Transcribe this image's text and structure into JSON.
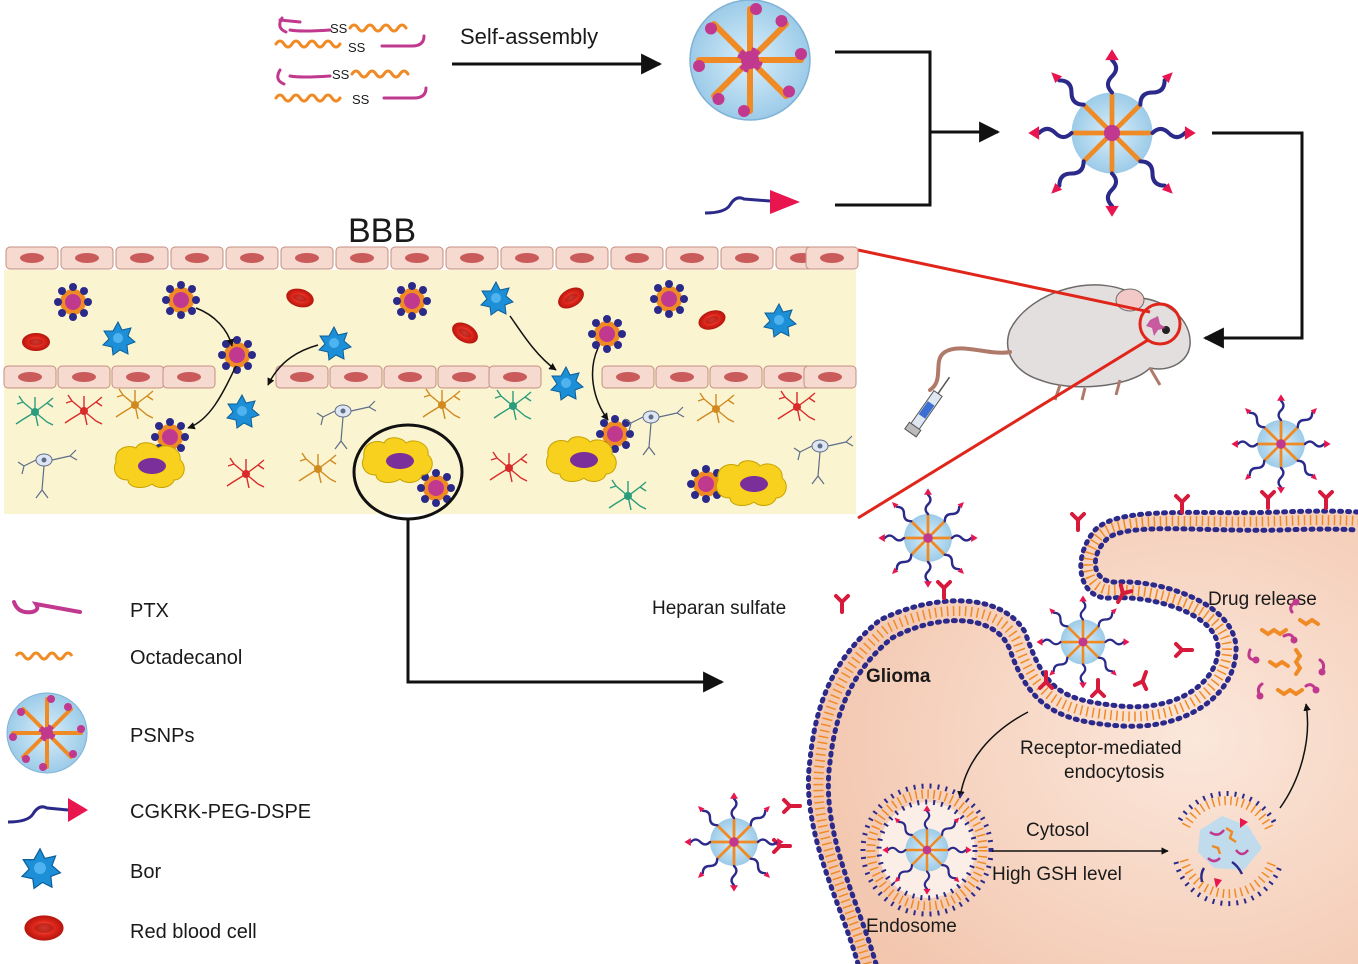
{
  "labels": {
    "self_assembly": "Self-assembly",
    "bbb": "BBB",
    "heparan_sulfate": "Heparan sulfate",
    "glioma": "Glioma",
    "drug_release": "Drug release",
    "receptor_mediated_1": "Receptor-mediated",
    "receptor_mediated_2": "endocytosis",
    "cytosol": "Cytosol",
    "high_gsh": "High GSH level",
    "endosome": "Endosome",
    "disulfide": "SS"
  },
  "legend": [
    {
      "label": "PTX",
      "icon": "ptx-icon"
    },
    {
      "label": "Octadecanol",
      "icon": "octadecanol-icon"
    },
    {
      "label": "PSNPs",
      "icon": "psnp-icon"
    },
    {
      "label": "CGKRK-PEG-DSPE",
      "icon": "cgkrk-peg-dspe-icon"
    },
    {
      "label": "Bor",
      "icon": "bor-icon"
    },
    {
      "label": "Red blood cell",
      "icon": "red-blood-cell-icon"
    }
  ],
  "colors": {
    "ptx": "#c0398e",
    "octadecanol": "#f08a24",
    "peg": "#2b2a8a",
    "targeting": "#e8154f",
    "bor": "#1d8fd6",
    "rbc": "#e0261b",
    "vessel": "#fbf4d0",
    "endothelium": "#f6d9cf",
    "glioma_cell": "#f7d2bd",
    "membrane_head": "#2b2a8a",
    "membrane_tail": "#f08a24",
    "core": "#b9dcf0"
  }
}
